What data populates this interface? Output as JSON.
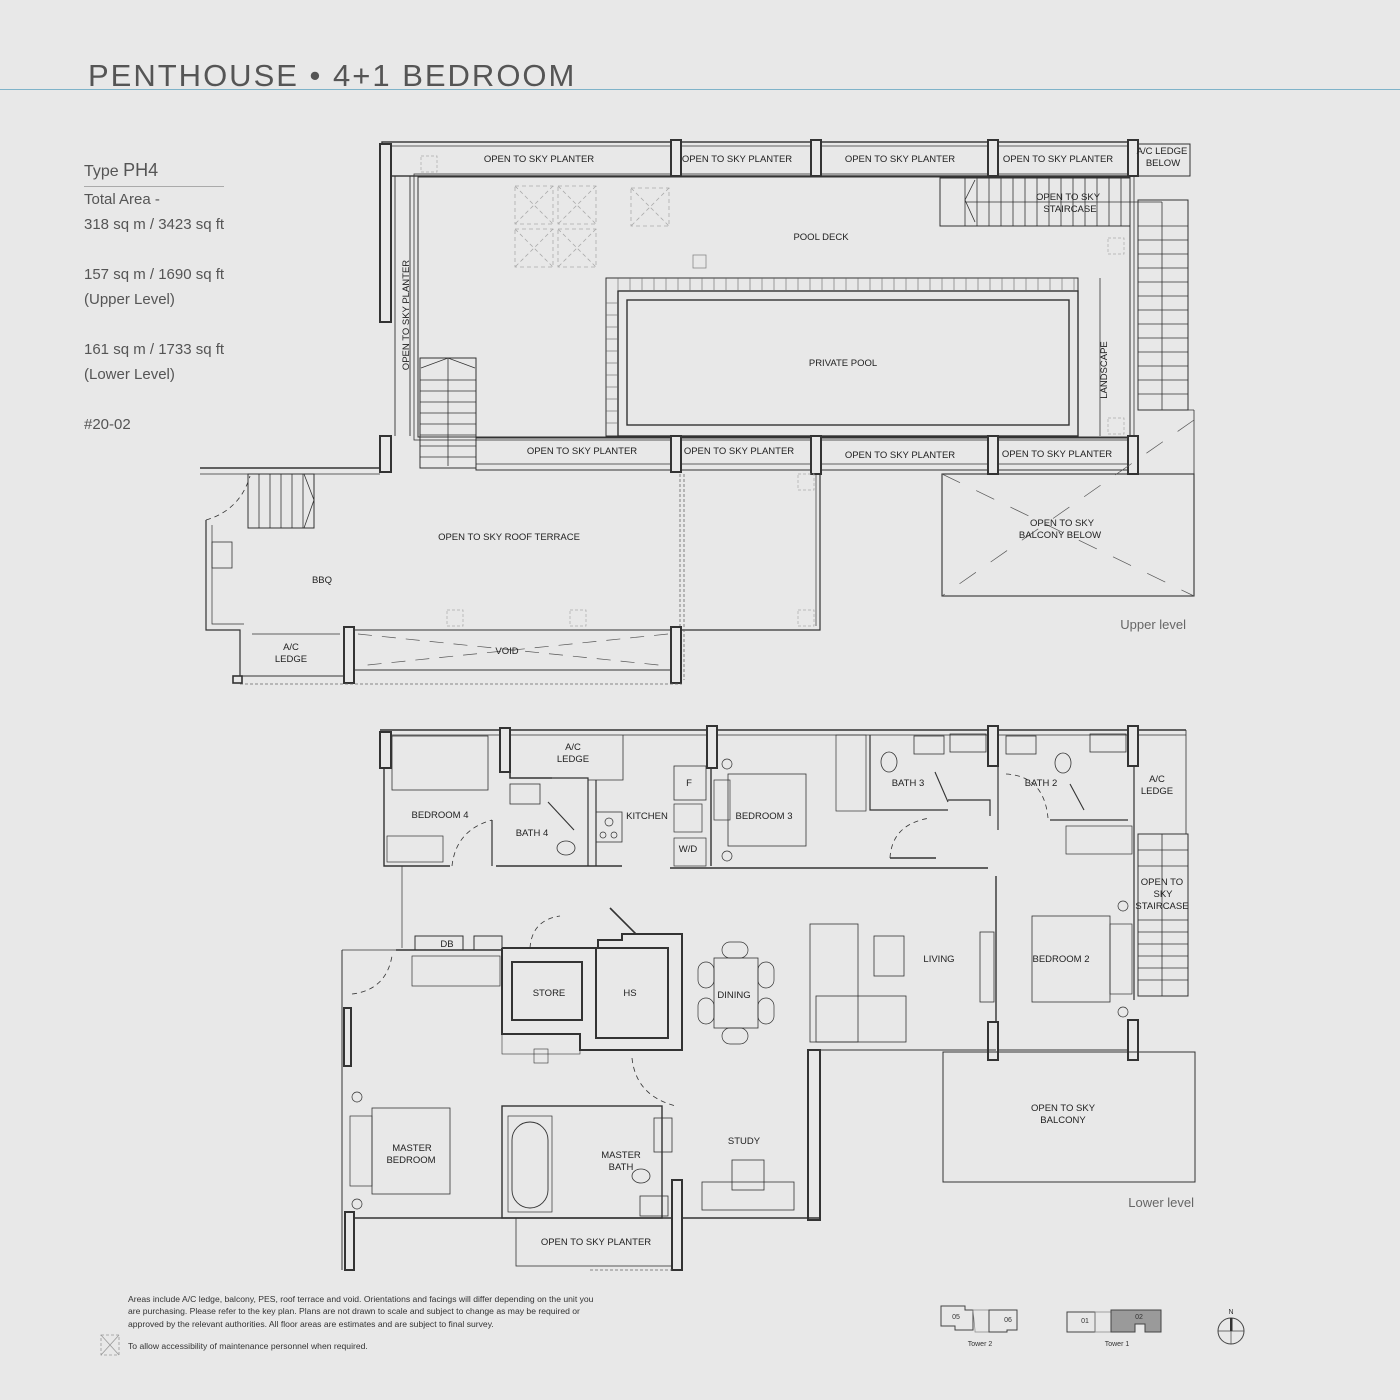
{
  "header": {
    "title": "PENTHOUSE • 4+1 BEDROOM",
    "rule_color": "#7fb3c9"
  },
  "unit_info": {
    "type_label": "Type",
    "type_value": "PH4",
    "total_area_label": "Total Area -",
    "total_area": "318 sq m / 3423 sq ft",
    "upper_area": "157 sq m / 1690 sq ft",
    "upper_label": "(Upper Level)",
    "lower_area": "161 sq m / 1733 sq ft",
    "lower_label": "(Lower Level)",
    "unit_number": "#20-02"
  },
  "upper_level": {
    "caption": "Upper level",
    "labels": {
      "planter_top_1": "OPEN TO SKY PLANTER",
      "planter_top_2": "OPEN TO SKY PLANTER",
      "planter_top_3": "OPEN TO SKY PLANTER",
      "planter_top_4": "OPEN TO SKY PLANTER",
      "ac_ledge_below_1": "A/C LEDGE",
      "ac_ledge_below_2": "BELOW",
      "staircase_1": "OPEN TO SKY",
      "staircase_2": "STAIRCASE",
      "pool_deck": "POOL DECK",
      "planter_left": "OPEN TO SKY PLANTER",
      "private_pool": "PRIVATE POOL",
      "landscape": "LANDSCAPE",
      "planter_bottom_1": "OPEN TO SKY PLANTER",
      "planter_bottom_2": "OPEN TO SKY PLANTER",
      "planter_bottom_3": "OPEN TO SKY PLANTER",
      "planter_bottom_4": "OPEN TO SKY PLANTER",
      "roof_terrace": "OPEN TO SKY ROOF TERRACE",
      "balcony_below_1": "OPEN TO SKY",
      "balcony_below_2": "BALCONY BELOW",
      "bbq": "BBQ",
      "ac_ledge_1": "A/C",
      "ac_ledge_2": "LEDGE",
      "void": "VOID"
    }
  },
  "lower_level": {
    "caption": "Lower level",
    "labels": {
      "ac_ledge_top_1": "A/C",
      "ac_ledge_top_2": "LEDGE",
      "bedroom4": "BEDROOM 4",
      "bath4": "BATH 4",
      "kitchen": "KITCHEN",
      "fridge": "F",
      "wd": "W/D",
      "bedroom3": "BEDROOM 3",
      "bath3": "BATH 3",
      "bath2": "BATH 2",
      "ac_ledge_right_1": "A/C",
      "ac_ledge_right_2": "LEDGE",
      "staircase_1": "OPEN TO",
      "staircase_2": "SKY",
      "staircase_3": "STAIRCASE",
      "db": "DB",
      "store": "STORE",
      "hs": "HS",
      "dining": "DINING",
      "living": "LIVING",
      "bedroom2": "BEDROOM 2",
      "balcony_1": "OPEN TO SKY",
      "balcony_2": "BALCONY",
      "master_bedroom_1": "MASTER",
      "master_bedroom_2": "BEDROOM",
      "master_bath_1": "MASTER",
      "master_bath_2": "BATH",
      "study": "STUDY",
      "planter": "OPEN TO SKY PLANTER"
    }
  },
  "footer": {
    "disclaimer": "Areas include A/C ledge, balcony, PES, roof terrace and void. Orientations and facings will differ depending on the unit you are purchasing. Please refer to the key plan. Plans are not drawn to scale and subject to change as may be required or approved by the relevant authorities. All floor areas are estimates and are subject to final survey.",
    "maintenance_note": "To allow accessibility of maintenance personnel when required."
  },
  "key_plan": {
    "tower2": {
      "label": "Tower 2",
      "units": [
        "05",
        "06"
      ]
    },
    "tower1": {
      "label": "Tower 1",
      "units": [
        "01",
        "02"
      ]
    },
    "highlighted_unit": "02",
    "highlight_color": "#9a9a9a",
    "north_label": "N"
  }
}
